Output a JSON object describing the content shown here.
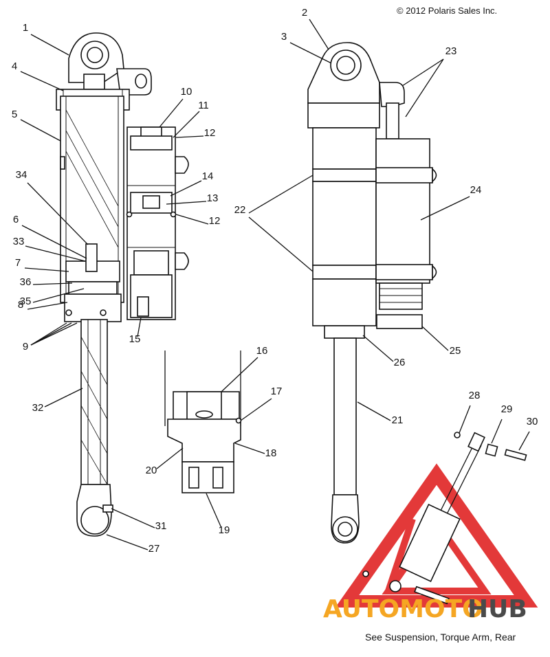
{
  "copyright": "© 2012 Polaris Sales Inc.",
  "note": "See Suspension, Torque Arm, Rear",
  "watermark": {
    "brand_a": "AUTOMOTO",
    "brand_b": "HUB",
    "color_red": "#e02424",
    "color_orange": "#f5a623",
    "color_dark": "#4a4a4a"
  },
  "callouts": [
    "1",
    "2",
    "3",
    "4",
    "5",
    "6",
    "7",
    "8",
    "9",
    "10",
    "11",
    "12",
    "12",
    "13",
    "14",
    "15",
    "16",
    "17",
    "18",
    "19",
    "20",
    "21",
    "22",
    "23",
    "24",
    "25",
    "26",
    "27",
    "28",
    "29",
    "30",
    "31",
    "32",
    "33",
    "34",
    "35",
    "36"
  ]
}
